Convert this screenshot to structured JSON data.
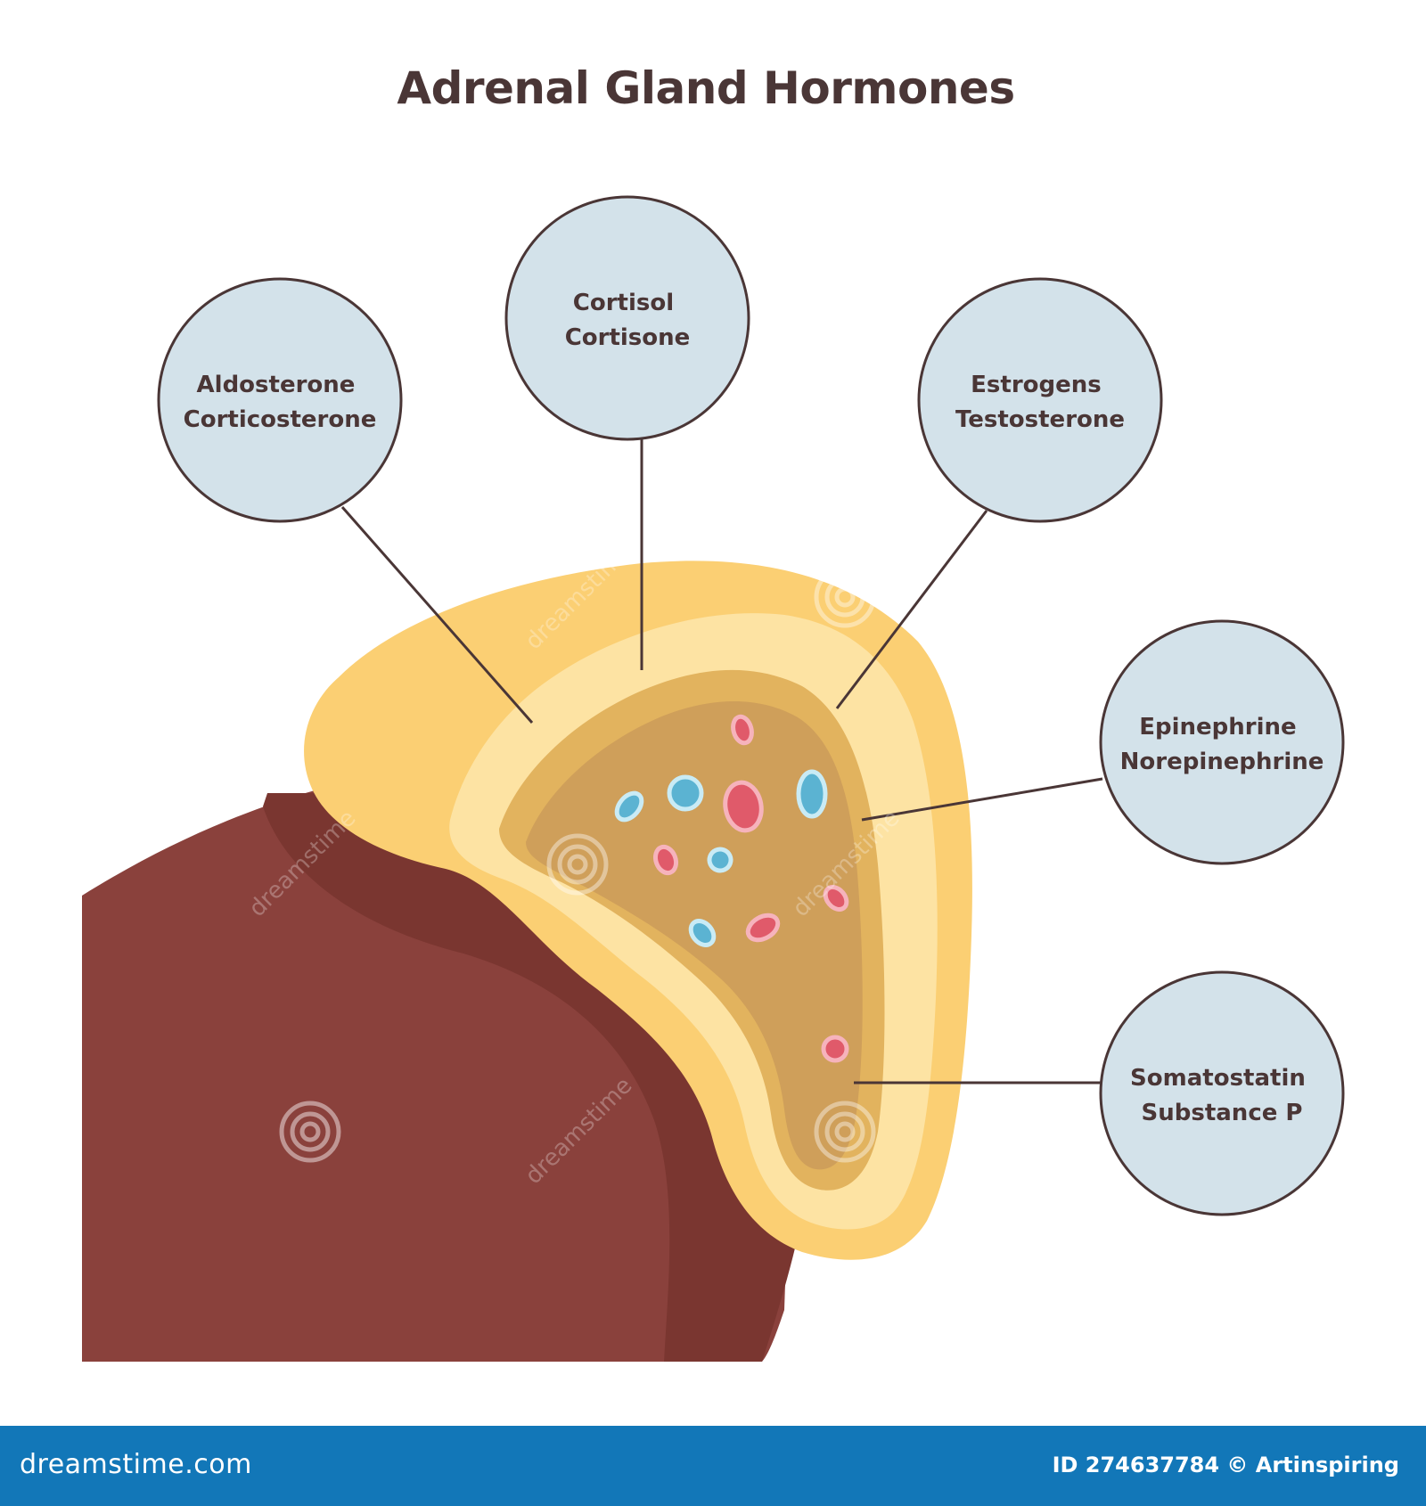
{
  "title": "Adrenal Gland Hormones",
  "labels": [
    {
      "id": "zona-glomerulosa",
      "lines": [
        "Aldosterone",
        "Corticosterone"
      ]
    },
    {
      "id": "zona-fasciculata",
      "lines": [
        "Cortisol",
        "Cortisone"
      ]
    },
    {
      "id": "zona-reticularis",
      "lines": [
        "Estrogens",
        "Testosterone"
      ]
    },
    {
      "id": "medulla-catecholamines",
      "lines": [
        "Epinephrine",
        "Norepinephrine"
      ]
    },
    {
      "id": "medulla-peptides",
      "lines": [
        "Somatostatin",
        "Substance P"
      ]
    }
  ],
  "watermark": "dreamstime",
  "footer": {
    "brand": "dreamstime.com",
    "id_credit": "ID 274637784 © Artinspiring"
  },
  "colors": {
    "kidney": "#8a413c",
    "kidney_shadow": "#7a3630",
    "cortex_outer": "#fbcf73",
    "cortex_middle": "#fde3a3",
    "cortex_inner": "#e2b35e",
    "medulla": "#cf9f5a",
    "bubble_fill": "#d3e2ea",
    "bubble_stroke": "#4a3636",
    "red_cell": "#e05a6a",
    "blue_cell": "#5bb3d2",
    "footer": "#1277b8"
  }
}
